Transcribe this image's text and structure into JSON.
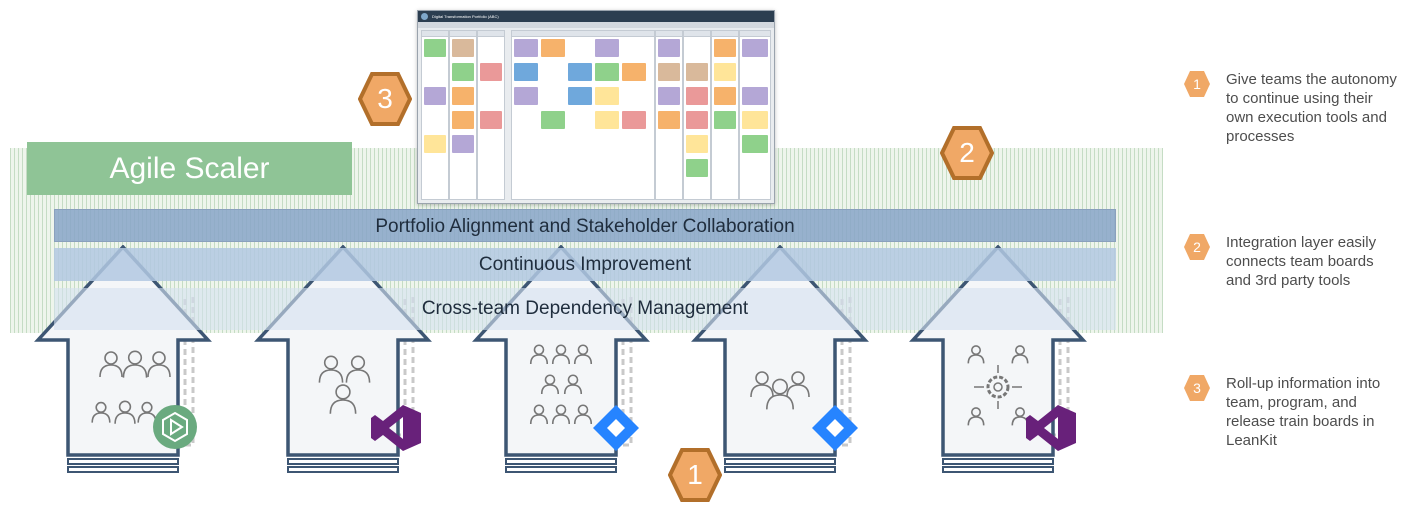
{
  "agile_scaler": {
    "label": "Agile Scaler"
  },
  "layers": [
    "Portfolio Alignment and Stakeholder Collaboration",
    "Continuous Improvement",
    "Cross-team Dependency Management"
  ],
  "badges": {
    "board": "3",
    "integration": "2",
    "teams": "1"
  },
  "board_screenshot": {
    "title": "Digital Transformation Portfolio (ABC)",
    "description_of_content": "LeanKit board with colored cards in swimlanes"
  },
  "teams": [
    {
      "icon": "team-family-icon",
      "tool": "green-circle-play-icon"
    },
    {
      "icon": "team-group-icon",
      "tool": "visual-studio-icon"
    },
    {
      "icon": "team-communication-icon",
      "tool": "jira-icon"
    },
    {
      "icon": "team-crowd-icon",
      "tool": "jira-icon"
    },
    {
      "icon": "team-network-gear-icon",
      "tool": "visual-studio-icon"
    }
  ],
  "legend": [
    {
      "number": "1",
      "text": "Give teams the autonomy to continue using their own execution tools and processes"
    },
    {
      "number": "2",
      "text": "Integration layer easily connects team boards and 3rd party tools"
    },
    {
      "number": "3",
      "text": "Roll-up information into team, program, and release train boards in LeanKit"
    }
  ],
  "colors": {
    "accent_orange": "#f0a866",
    "hex_border": "#b26f2a",
    "scaler_green": "#8fc496",
    "arrow_blue": "#3d5673",
    "layer_blue": "#87a5c8",
    "jira_blue": "#2684ff",
    "vs_purple": "#68217a",
    "tool_green": "#6aaa7f"
  }
}
